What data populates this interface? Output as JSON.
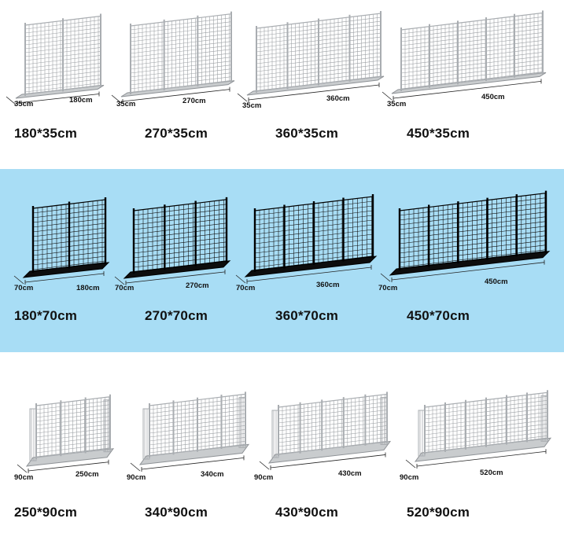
{
  "band_color": "#a8ddf5",
  "rows": [
    {
      "finish": "galvanized silver",
      "color": "#b8bbbe",
      "items": [
        {
          "title": "180*35cm",
          "depth_label": "35cm",
          "length_label": "180cm"
        },
        {
          "title": "270*35cm",
          "depth_label": "35cm",
          "length_label": "270cm"
        },
        {
          "title": "360*35cm",
          "depth_label": "35cm",
          "length_label": "360cm"
        },
        {
          "title": "450*35cm",
          "depth_label": "35cm",
          "length_label": "450cm"
        }
      ]
    },
    {
      "finish": "black",
      "color": "#1a1a1a",
      "items": [
        {
          "title": "180*70cm",
          "depth_label": "70cm",
          "length_label": "180cm"
        },
        {
          "title": "270*70cm",
          "depth_label": "70cm",
          "length_label": "270cm"
        },
        {
          "title": "360*70cm",
          "depth_label": "70cm",
          "length_label": "360cm"
        },
        {
          "title": "450*70cm",
          "depth_label": "70cm",
          "length_label": "450cm"
        }
      ]
    },
    {
      "finish": "galvanized silver",
      "color": "#b8bbbe",
      "items": [
        {
          "title": "250*90cm",
          "depth_label": "90cm",
          "length_label": "250cm"
        },
        {
          "title": "340*90cm",
          "depth_label": "90cm",
          "length_label": "340cm"
        },
        {
          "title": "430*90cm",
          "depth_label": "90cm",
          "length_label": "430cm"
        },
        {
          "title": "520*90cm",
          "depth_label": "90cm",
          "length_label": "520cm"
        }
      ]
    }
  ]
}
